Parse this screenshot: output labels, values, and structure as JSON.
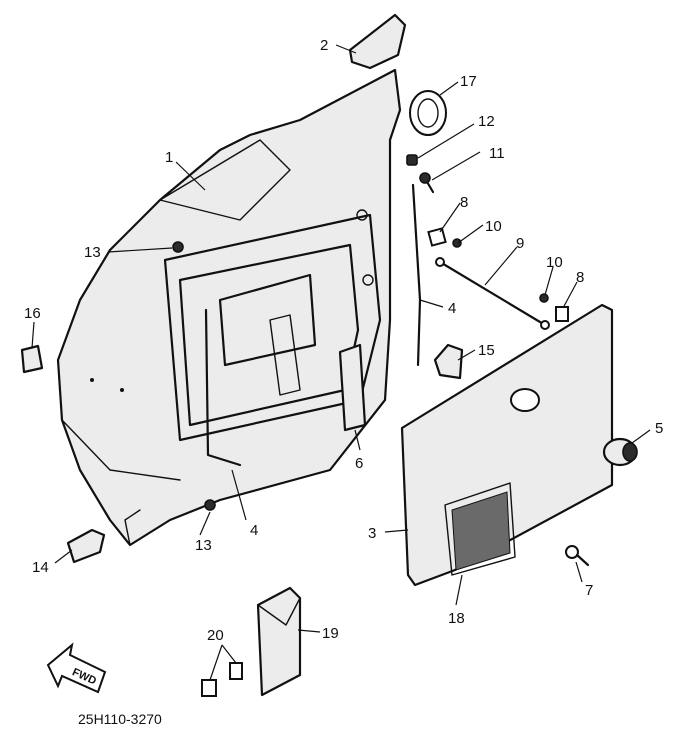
{
  "callouts": {
    "c1": "1",
    "c2": "2",
    "c3": "3",
    "c4a": "4",
    "c4b": "4",
    "c5": "5",
    "c6": "6",
    "c7": "7",
    "c8a": "8",
    "c8b": "8",
    "c9": "9",
    "c10a": "10",
    "c10b": "10",
    "c11": "11",
    "c12": "12",
    "c13a": "13",
    "c13b": "13",
    "c14": "14",
    "c15": "15",
    "c16": "16",
    "c17": "17",
    "c18": "18",
    "c19": "19",
    "c20": "20"
  },
  "fwd_label": "FWD",
  "drawing_number": "25H110-3270",
  "colors": {
    "ink": "#111111",
    "panel": "#ececec",
    "paper": "#ffffff"
  }
}
